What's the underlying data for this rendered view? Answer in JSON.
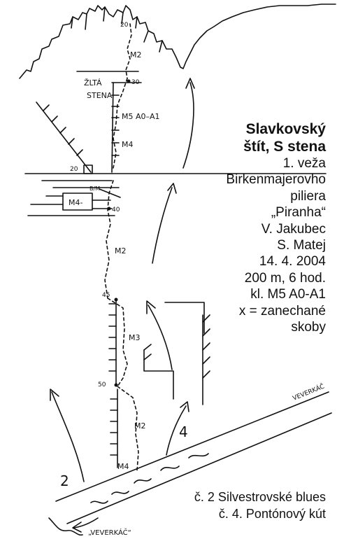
{
  "labels": {
    "zlta_stena_1": "ŽLTÁ",
    "zlta_stena_2": "STENA",
    "grade_m2_top": "M2",
    "grade_m5": "M5  A0–A1",
    "grade_m4_upper": "M4",
    "grade_m4_box": "M4-",
    "grade_b_m": "B/M",
    "grade_m2_mid": "M2",
    "grade_m3": "M3",
    "grade_m2_low": "M2",
    "grade_m4_low": "M4",
    "len_20_top": "20",
    "len_30": "30",
    "len_20_mid": "20",
    "len_40": "40",
    "len_45": "45",
    "len_50": "50",
    "route_2": "2",
    "route_4": "4",
    "trail_upper": "VEVERKÁČ",
    "trail_lower": "„VEVERKÁČ“"
  },
  "info": {
    "peak_1": "Slavkovský",
    "peak_2": "štít, S stena",
    "tower": "1. veža",
    "pillar_1": "Birkenmajerovho",
    "pillar_2": "piliera",
    "route_name": "„Piranha“",
    "author_1": "V. Jakubec",
    "author_2": "S. Matej",
    "date": "14. 4. 2004",
    "length_time": "200 m, 6 hod.",
    "grade": "kl. M5 A0-A1",
    "note_1": "x = zanechané",
    "note_2": "skoby"
  },
  "legend": {
    "route_2": "č. 2 Silvestrovské blues",
    "route_4": "č. 4. Pontónový kút"
  }
}
